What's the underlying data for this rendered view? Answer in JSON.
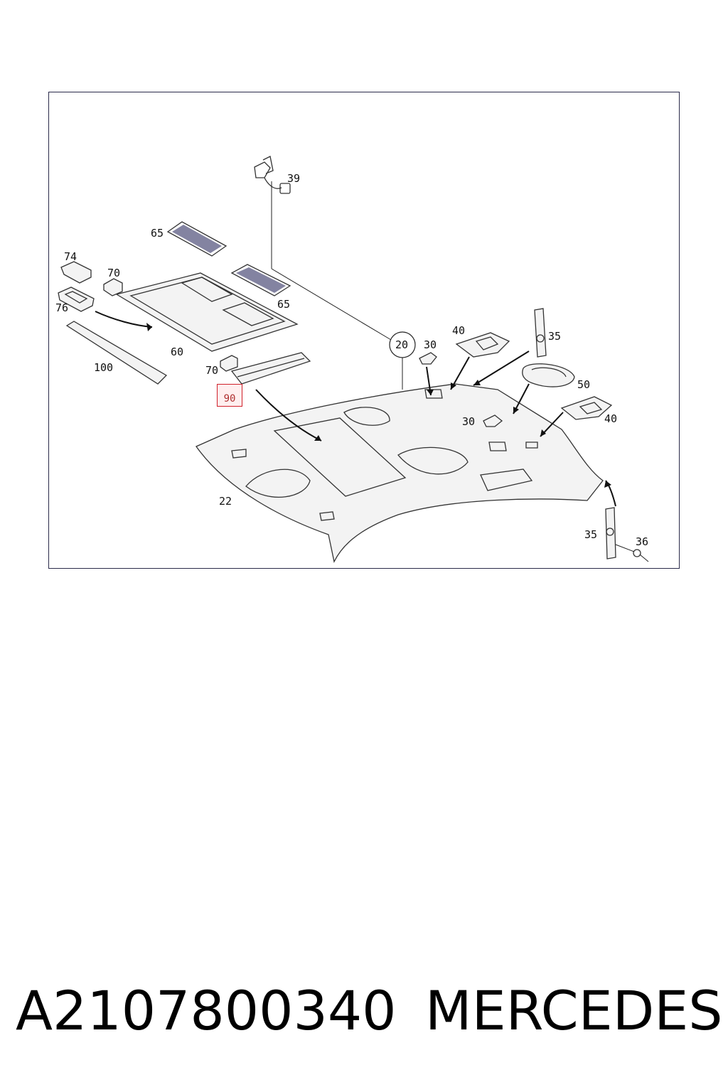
{
  "diagram": {
    "labels": {
      "p39": "39",
      "p65a": "65",
      "p65b": "65",
      "p74": "74",
      "p70a": "70",
      "p76": "76",
      "p60": "60",
      "p100": "100",
      "p70b": "70",
      "p20": "20",
      "p30a": "30",
      "p40a": "40",
      "p35a": "35",
      "p50": "50",
      "p40b": "40",
      "p30b": "30",
      "p22": "22",
      "p35b": "35",
      "p36": "36"
    },
    "highlighted": "90"
  },
  "footer": {
    "part_number": "A2107800340",
    "brand": "MERCEDES"
  }
}
